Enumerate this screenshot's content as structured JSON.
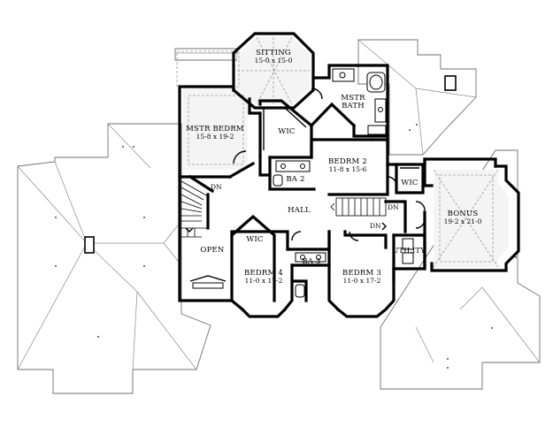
{
  "rooms": {
    "sitting": {
      "name": "SITTING",
      "dims": "15-0 x 15-0"
    },
    "master_bedroom": {
      "name": "MSTR BEDRM",
      "dims": "15-8 x 19-2"
    },
    "master_bath": {
      "name": "MSTR",
      "name2": "BATH"
    },
    "wic_master": {
      "name": "WIC"
    },
    "bedroom2": {
      "name": "BEDRM 2",
      "dims": "11-8 x 15-6"
    },
    "bath2": {
      "name": "BA 2"
    },
    "wic2": {
      "name": "WIC"
    },
    "hall": {
      "name": "HALL"
    },
    "bonus": {
      "name": "BONUS",
      "dims": "19-2 x 21-0"
    },
    "open": {
      "name": "OPEN"
    },
    "wic4": {
      "name": "WIC"
    },
    "bath3": {
      "name": "BA 3"
    },
    "bedroom4": {
      "name": "BEDRM 4",
      "dims": "11-0 x 17-2"
    },
    "bedroom3": {
      "name": "BEDRM 3",
      "dims": "11-0 x 17-2"
    },
    "utility": {
      "name": "UTILITY"
    }
  },
  "stair_labels": {
    "dn_left": "DN",
    "dn_right": "DN",
    "dn_lower": "DN"
  }
}
